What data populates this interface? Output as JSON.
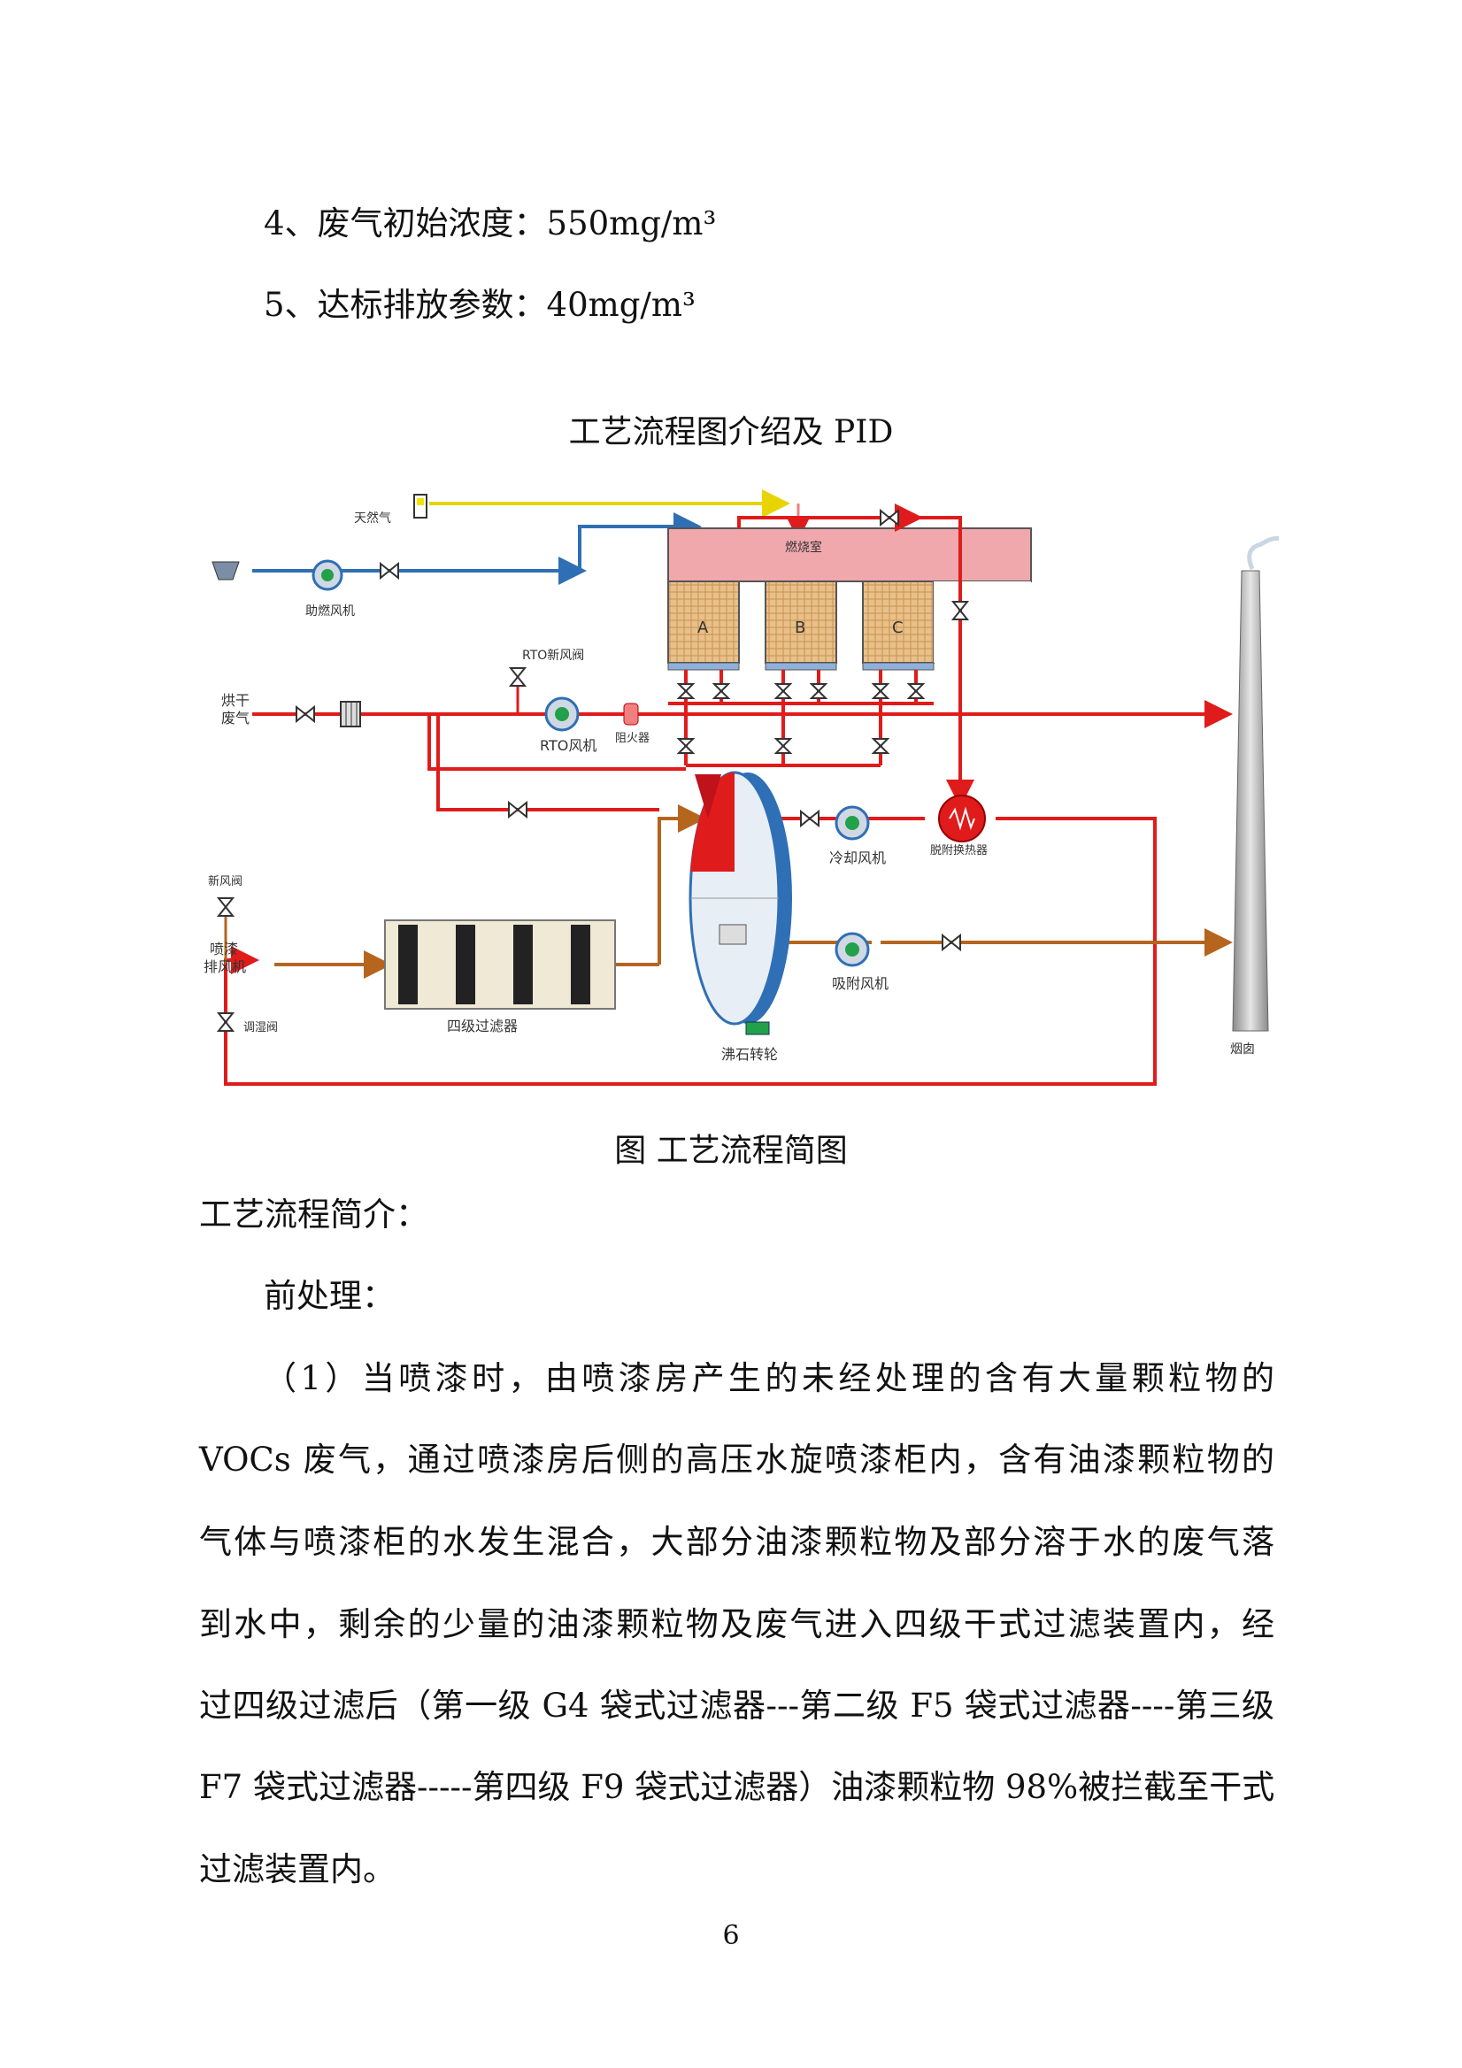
{
  "params": [
    "4、废气初始浓度：550mg/m³",
    "5、达标排放参数：40mg/m³"
  ],
  "section_title": "工艺流程图介绍及 PID",
  "diagram": {
    "labels": {
      "natural_gas": "天然气",
      "combustion_fan": "助燃风机",
      "combustion_chamber": "燃烧室",
      "bed_a": "A",
      "bed_b": "B",
      "bed_c": "C",
      "rto_fresh_valve": "RTO新风阀",
      "dry_waste_gas": "烘干\n废气",
      "flame_arrester": "阻火器",
      "rto_fan": "RTO风机",
      "fresh_air_valve": "新风阀",
      "spray_exhaust_fan": "喷漆\n排风机",
      "four_stage_filter": "四级过滤器",
      "regulating_valve": "调湿阀",
      "zeolite_rotor": "沸石转轮",
      "cooling_fan": "冷却风机",
      "desorption_hx": "脱附换热器",
      "adsorption_fan": "吸附风机",
      "chimney": "烟囱"
    }
  },
  "figure_caption": "图  工艺流程简图",
  "intro_heading": "工艺流程简介：",
  "sub_heading": "前处理：",
  "paragraph_lines": [
    "（1）当喷漆时，由喷漆房产生的未经处理的含有大量颗粒物的",
    "VOCs 废气，通过喷漆房后侧的高压水旋喷漆柜内，含有油漆颗粒物的",
    "气体与喷漆柜的水发生混合，大部分油漆颗粒物及部分溶于水的废气落",
    "到水中，剩余的少量的油漆颗粒物及废气进入四级干式过滤装置内，经",
    "过四级过滤后（第一级 G4 袋式过滤器---第二级 F5 袋式过滤器----第三级",
    "F7 袋式过滤器-----第四级 F9 袋式过滤器）油漆颗粒物 98%被拦截至干式",
    "过滤装置内。"
  ],
  "page_number": "6",
  "colors": {
    "hot_pipe": "#e01b1b",
    "air_pipe": "#2f6fb5",
    "gas_pipe": "#f2e300",
    "exhaust_pipe": "#b5651d",
    "rotor": "#2f6fb5",
    "fan_green": "#22a04a"
  }
}
